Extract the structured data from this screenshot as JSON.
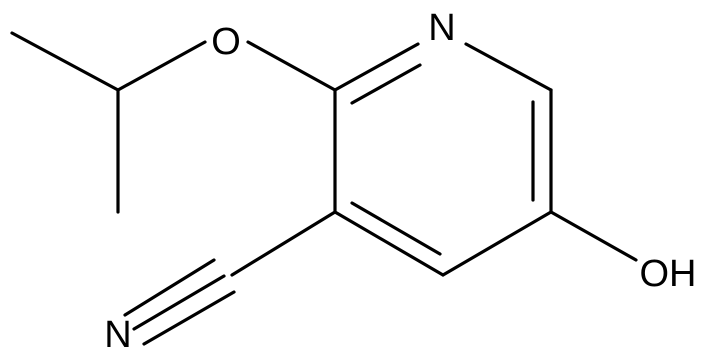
{
  "molecule": {
    "atoms": {
      "O_ether": "O",
      "N_ring": "N",
      "O_hydroxyl": "OH",
      "N_nitrile": "N"
    },
    "colors": {
      "bond": "#000000",
      "label": "#000000",
      "background": "#ffffff"
    }
  }
}
